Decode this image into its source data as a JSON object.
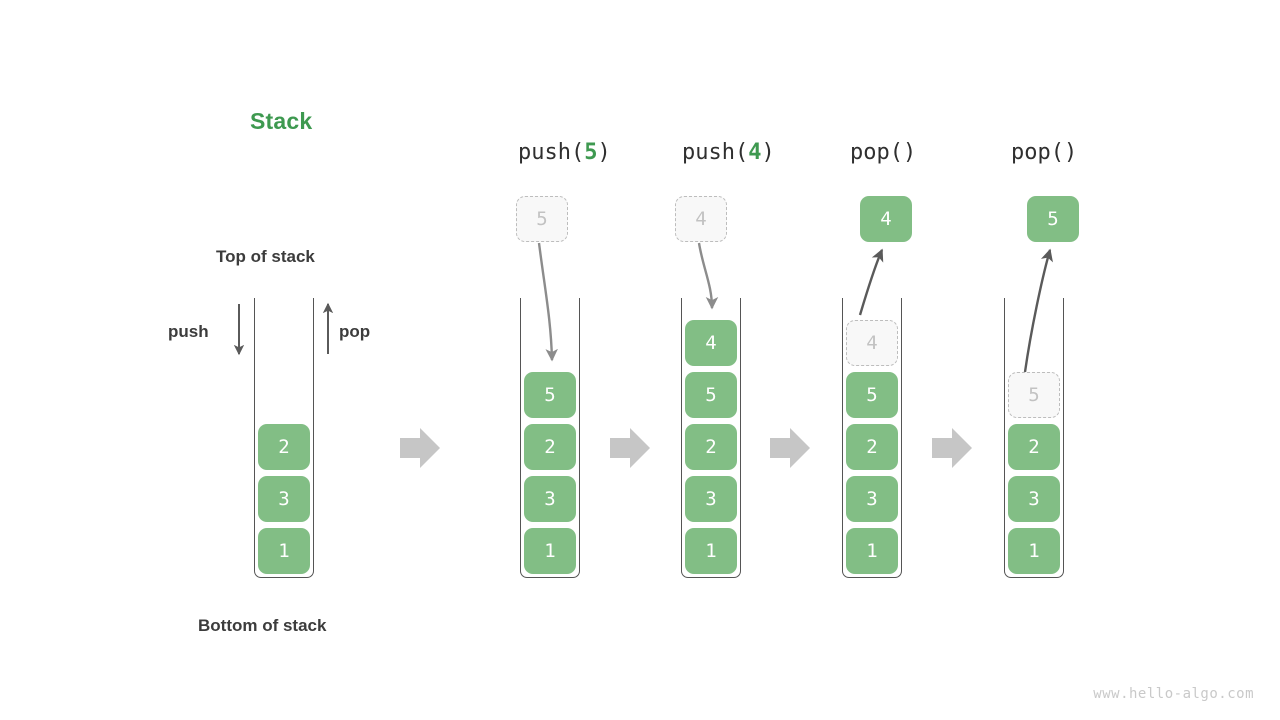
{
  "diagram": {
    "title": "Stack",
    "title_color": "#3e9950",
    "element_color": "#82be85",
    "ghost_color": "#f8f8f8",
    "watermark": "www.hello-algo.com",
    "labels": {
      "top_of_stack": "Top of stack",
      "bottom_of_stack": "Bottom of stack",
      "push": "push",
      "pop": "pop"
    },
    "steps": [
      {
        "op_name": "",
        "op_arg": "",
        "op_close": "",
        "float": null,
        "cells": [
          "2",
          "3",
          "1"
        ]
      },
      {
        "op_name": "push(",
        "op_arg": "5",
        "op_close": ")",
        "float": {
          "value": "5",
          "style": "ghost"
        },
        "cells": [
          "5",
          "2",
          "3",
          "1"
        ]
      },
      {
        "op_name": "push(",
        "op_arg": "4",
        "op_close": ")",
        "float": {
          "value": "4",
          "style": "ghost"
        },
        "cells": [
          "4",
          "5",
          "2",
          "3",
          "1"
        ]
      },
      {
        "op_name": "pop(",
        "op_arg": "",
        "op_close": ")",
        "float": {
          "value": "4",
          "style": "solid"
        },
        "cells": [
          "4",
          "5",
          "2",
          "3",
          "1"
        ],
        "ghost_index": 0
      },
      {
        "op_name": "pop(",
        "op_arg": "",
        "op_close": ")",
        "float": {
          "value": "5",
          "style": "solid"
        },
        "cells": [
          "5",
          "2",
          "3",
          "1"
        ],
        "ghost_index": 0
      }
    ],
    "transition_arrows": 4
  }
}
